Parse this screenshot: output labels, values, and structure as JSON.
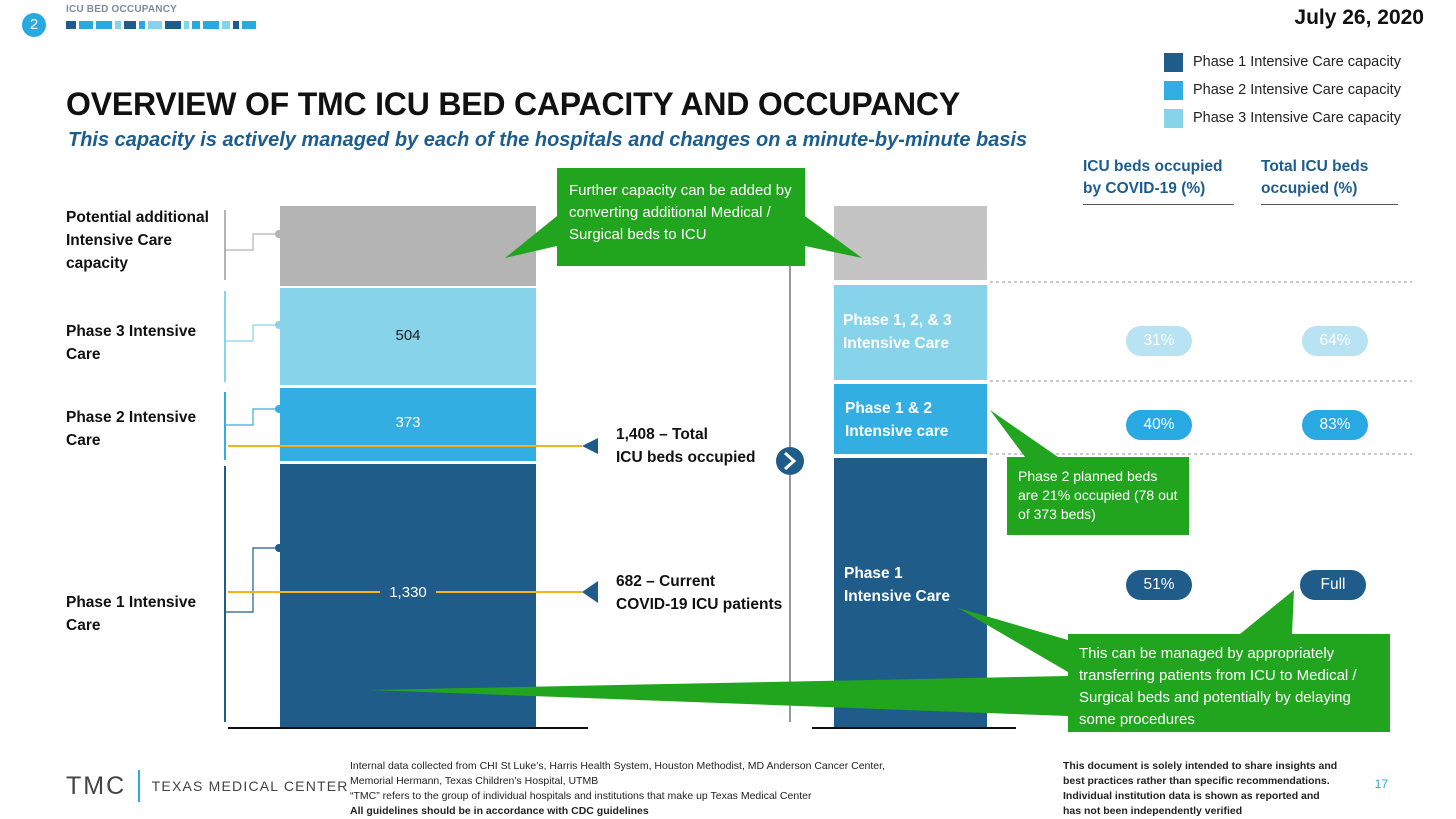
{
  "header": {
    "section_number": "2",
    "section_title": "ICU BED OCCUPANCY",
    "date": "July 26, 2020",
    "title": "OVERVIEW OF TMC ICU BED CAPACITY AND OCCUPANCY",
    "subtitle": "This capacity is actively managed by each of the hospitals and changes on a minute-by-minute basis"
  },
  "colors": {
    "phase1": "#1f5c8a",
    "phase2": "#33aee2",
    "phase3": "#87d3ea",
    "additional": "#b4b4b4",
    "callout": "#22a51e",
    "marker_line": "#f5b21a"
  },
  "legend": [
    {
      "label": "Phase 1 Intensive Care capacity",
      "color": "#1f5c8a"
    },
    {
      "label": "Phase 2 Intensive Care capacity",
      "color": "#33aee2"
    },
    {
      "label": "Phase 3 Intensive Care capacity",
      "color": "#87d3ea"
    }
  ],
  "row_labels": {
    "additional": "Potential additional Intensive Care capacity",
    "phase3": "Phase 3 Intensive Care",
    "phase2": "Phase 2 Intensive Care",
    "phase1": "Phase 1 Intensive Care"
  },
  "chart_data": {
    "type": "bar",
    "stacked": true,
    "left_bar": {
      "segments": [
        {
          "name": "Phase 1 Intensive Care",
          "value": 1330,
          "label": "1,330"
        },
        {
          "name": "Phase 2 Intensive Care",
          "value": 373,
          "label": "373"
        },
        {
          "name": "Phase 3 Intensive Care",
          "value": 504,
          "label": "504"
        },
        {
          "name": "Potential additional Intensive Care capacity",
          "value": null,
          "label": ""
        }
      ],
      "markers": [
        {
          "value": 1408,
          "label_line1": "1,408 – Total",
          "label_line2": "ICU beds occupied"
        },
        {
          "value": 682,
          "label_line1": "682 – Current",
          "label_line2": "COVID-19 ICU patients"
        }
      ]
    },
    "right_bar": {
      "segments": [
        {
          "label": "Phase 1 Intensive Care",
          "line1": "Phase 1",
          "line2": "Intensive Care"
        },
        {
          "label": "Phase 1 & 2 Intensive care",
          "line1": "Phase 1 & 2",
          "line2": "Intensive care"
        },
        {
          "label": "Phase 1, 2, & 3 Intensive Care",
          "line1": "Phase 1, 2, & 3",
          "line2": "Intensive Care"
        },
        {
          "label": "",
          "line1": "",
          "line2": ""
        }
      ]
    },
    "table": {
      "col1_header_line1": "ICU beds occupied",
      "col1_header_line2": "by COVID-19 (%)",
      "col2_header_line1": "Total ICU beds",
      "col2_header_line2": "occupied (%)",
      "rows": [
        {
          "scenario": "Phase 1, 2, & 3 Intensive Care",
          "covid_pct": "31%",
          "total_pct": "64%"
        },
        {
          "scenario": "Phase 1 & 2 Intensive care",
          "covid_pct": "40%",
          "total_pct": "83%"
        },
        {
          "scenario": "Phase 1 Intensive Care",
          "covid_pct": "51%",
          "total_pct": "Full"
        }
      ]
    }
  },
  "callouts": {
    "further_capacity": "Further capacity can be added by converting additional Medical / Surgical beds to ICU",
    "phase2_planned": "Phase 2 planned beds are 21% occupied (78 out of 373 beds)",
    "managed": "This can be managed by appropriately transferring patients from ICU to Medical / Surgical beds and potentially by delaying some procedures"
  },
  "footer": {
    "logo_short": "TMC",
    "logo_name": "TEXAS MEDICAL CENTER",
    "source_line1": "Internal data collected from CHI St Luke’s, Harris Health System, Houston Methodist, MD Anderson Cancer Center,",
    "source_line2": "Memorial Hermann, Texas Children’s Hospital, UTMB",
    "source_line3": "“TMC” refers to the group of individual hospitals and institutions that make up Texas Medical Center",
    "source_line4": "All guidelines should be in accordance with CDC guidelines",
    "disclaimer_line1": "This document is solely intended to share insights and",
    "disclaimer_line2": "best practices rather than specific recommendations.",
    "disclaimer_line3": "Individual institution data is shown as reported and",
    "disclaimer_line4": "has not been independently verified",
    "page_number": "17"
  }
}
